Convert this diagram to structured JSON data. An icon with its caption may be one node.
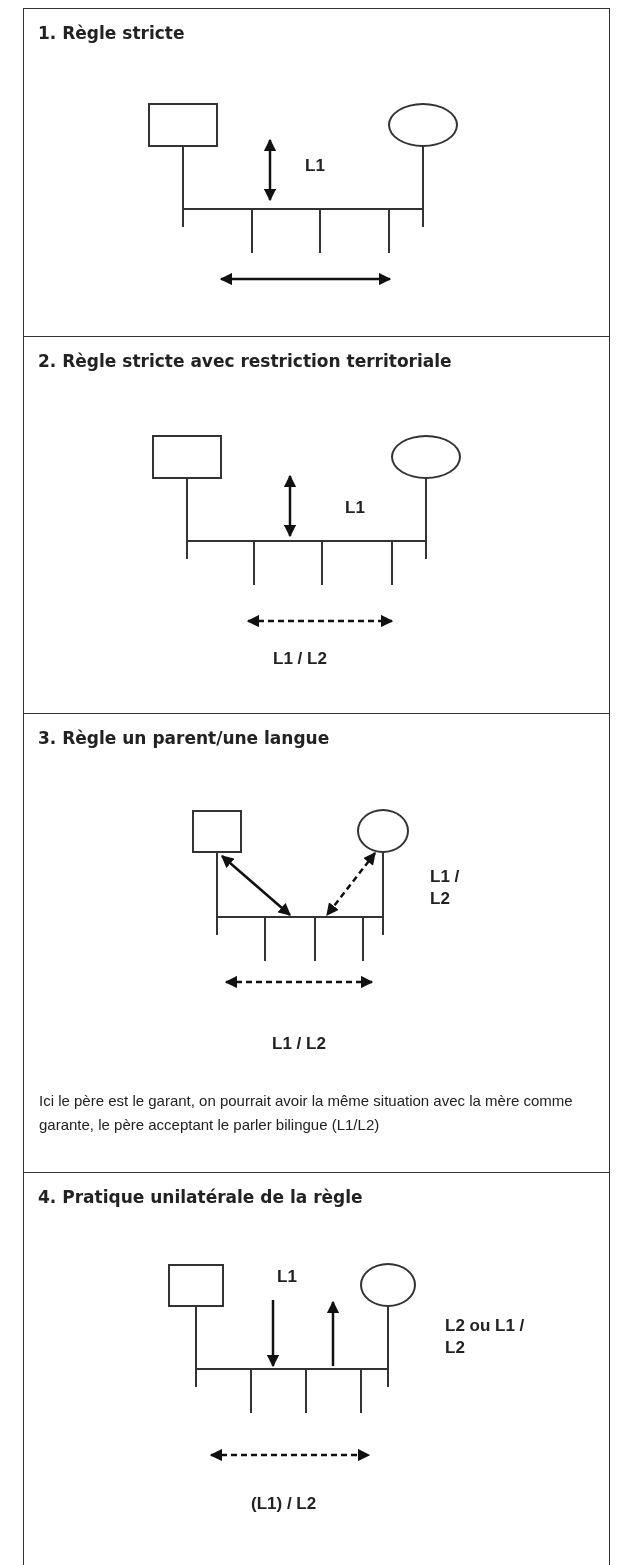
{
  "diagram": {
    "nodes": [
      {
        "text": [
          "1. Règle stricte"
        ]
      },
      {
        "text": [],
        "shape": "box",
        "in": 0
      },
      {
        "text": [],
        "shape": "circle",
        "in": 0
      },
      {
        "text": [
          "2. Règle stricte avec restriction territoriale"
        ]
      },
      {
        "text": [],
        "shape": "box",
        "in": 3
      },
      {
        "text": [],
        "shape": "circle",
        "in": 3
      },
      {
        "text": [
          "3. Règle un parent/une langue",
          "Ici le père est le garant, on pourrait avoir la même situation avec la mère comme garante, le père acceptant le parler bilingue (L1/L2)"
        ]
      },
      {
        "text": [],
        "shape": "box",
        "in": 6
      },
      {
        "text": [],
        "shape": "circle",
        "in": 6
      },
      {
        "text": [
          "4. Pratique unilatérale de la règle"
        ]
      },
      {
        "text": [],
        "shape": "box",
        "in": 9
      },
      {
        "text": [],
        "shape": "circle",
        "in": 9
      }
    ],
    "edges": [
      {
        "from": 1,
        "to": 2,
        "arrow": "none"
      },
      {
        "from": 4,
        "to": 5,
        "arrow": "none"
      },
      {
        "from": 7,
        "to": 8,
        "arrow": "none"
      },
      {
        "from": 10,
        "to": 11,
        "arrow": "none"
      },
      {
        "from": 7,
        "to": null,
        "arrow": "both"
      },
      {
        "from": 8,
        "to": null,
        "arrow": "both",
        "style": "dashed"
      }
    ],
    "labels": [
      "L1",
      "L1",
      "L1 / L2",
      "L1 / L2",
      "L1 / L2",
      "L1",
      "L2 ou L1 / L2",
      "(L1) / L2"
    ]
  }
}
